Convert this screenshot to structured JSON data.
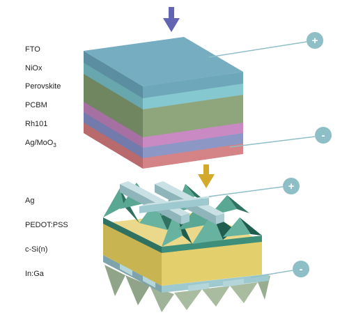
{
  "top_stack": {
    "layers": [
      {
        "label": "FTO",
        "color": "#6fa7ba"
      },
      {
        "label": "NiOx",
        "color": "#86c8d0"
      },
      {
        "label": "Perovskite",
        "color": "#8fa67c"
      },
      {
        "label": "PCBM",
        "color": "#c98ac4"
      },
      {
        "label": "Rh101",
        "color": "#8d97c6"
      },
      {
        "label": "Ag/MoO",
        "label_sub": "3",
        "color": "#d48386"
      }
    ],
    "positive_terminal": "+",
    "negative_terminal": "-"
  },
  "bottom_stack": {
    "layers": [
      {
        "label": "Ag",
        "color": "#9ec9cf"
      },
      {
        "label": "PEDOT:PSS",
        "color": "#3e8f7a"
      },
      {
        "label": "c-Si(n)",
        "color": "#e3cf6c"
      },
      {
        "label": "In:Ga",
        "color": "#a9bca0"
      }
    ],
    "positive_terminal": "+",
    "negative_terminal": "-"
  },
  "colors": {
    "incident_light_arrow": "#6464b4",
    "transmitted_light_arrow": "#d4a82a",
    "terminal": "#8ebec6",
    "lead_line": "#8ebec6"
  }
}
